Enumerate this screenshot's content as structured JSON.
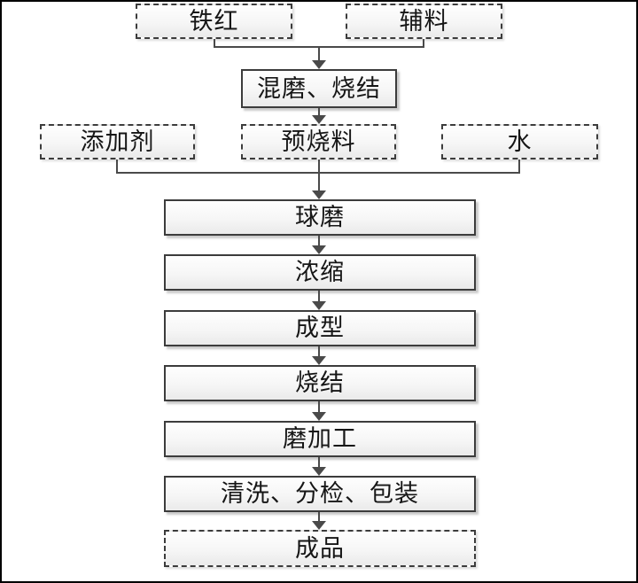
{
  "diagram": {
    "type": "flowchart",
    "nodes": {
      "iron_red": {
        "label": "铁红",
        "style": "dashed"
      },
      "auxiliary_material": {
        "label": "辅料",
        "style": "dashed"
      },
      "mix_grind_sinter": {
        "label": "混磨、烧结",
        "style": "solid"
      },
      "additive": {
        "label": "添加剂",
        "style": "dashed"
      },
      "presintered_material": {
        "label": "预烧料",
        "style": "dashed"
      },
      "water": {
        "label": "水",
        "style": "dashed"
      },
      "ball_milling": {
        "label": "球磨",
        "style": "solid"
      },
      "concentration": {
        "label": "浓缩",
        "style": "solid"
      },
      "forming": {
        "label": "成型",
        "style": "solid"
      },
      "sintering": {
        "label": "烧结",
        "style": "solid"
      },
      "grinding": {
        "label": "磨加工",
        "style": "solid"
      },
      "cleaning_sorting_packaging": {
        "label": "清洗、分检、包装",
        "style": "solid"
      },
      "finished_product": {
        "label": "成品",
        "style": "dashed"
      }
    },
    "edges": [
      {
        "from": "iron_red",
        "to": "mix_grind_sinter"
      },
      {
        "from": "auxiliary_material",
        "to": "mix_grind_sinter"
      },
      {
        "from": "mix_grind_sinter",
        "to": "presintered_material"
      },
      {
        "from": "additive",
        "to": "ball_milling"
      },
      {
        "from": "presintered_material",
        "to": "ball_milling"
      },
      {
        "from": "water",
        "to": "ball_milling"
      },
      {
        "from": "ball_milling",
        "to": "concentration"
      },
      {
        "from": "concentration",
        "to": "forming"
      },
      {
        "from": "forming",
        "to": "sintering"
      },
      {
        "from": "sintering",
        "to": "grinding"
      },
      {
        "from": "grinding",
        "to": "cleaning_sorting_packaging"
      },
      {
        "from": "cleaning_sorting_packaging",
        "to": "finished_product"
      }
    ],
    "colors": {
      "frame": "#000000",
      "box_border": "#3c3c3c",
      "box_fill_top": "#fefefe",
      "box_fill_bottom": "#eaeaea",
      "connector": "#4a4a4a",
      "text": "#161616",
      "background": "#ffffff"
    }
  }
}
